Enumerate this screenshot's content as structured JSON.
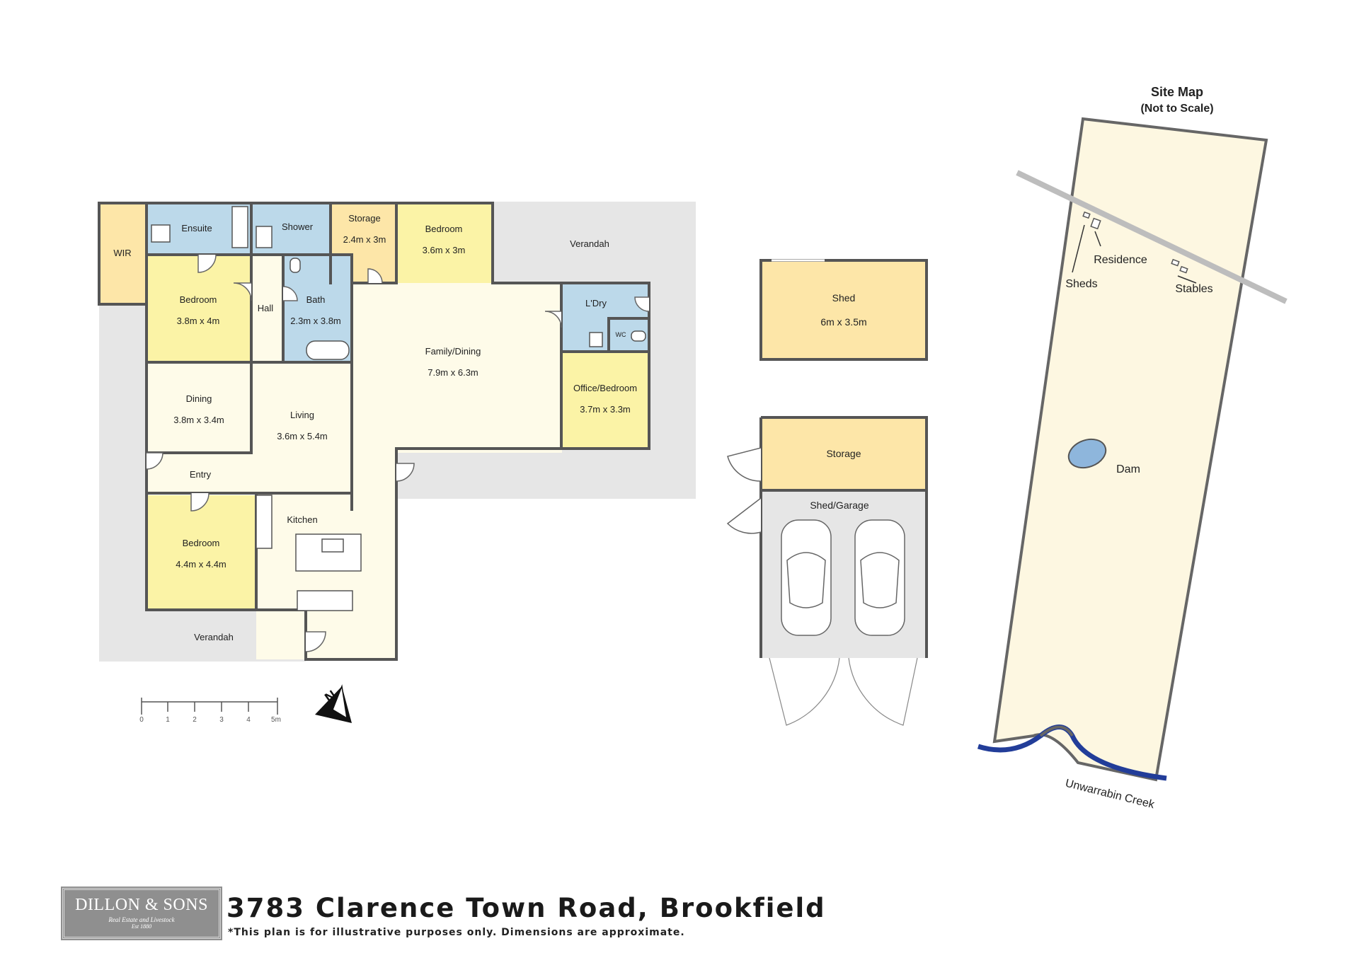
{
  "rooms": {
    "wir": {
      "name": "WIR"
    },
    "ensuite": {
      "name": "Ensuite"
    },
    "shower": {
      "name": "Shower"
    },
    "storage_house": {
      "name": "Storage",
      "dim": "2.4m x 3m"
    },
    "bedroom_top": {
      "name": "Bedroom",
      "dim": "3.6m x 3m"
    },
    "verandah_top": {
      "name": "Verandah"
    },
    "bedroom_main": {
      "name": "Bedroom",
      "dim": "3.8m x 4m"
    },
    "hall": {
      "name": "Hall"
    },
    "bath": {
      "name": "Bath",
      "dim": "2.3m x 3.8m"
    },
    "family_dining": {
      "name": "Family/Dining",
      "dim": "7.9m x 6.3m"
    },
    "ldry": {
      "name": "L'Dry"
    },
    "wc": {
      "name": "WC"
    },
    "office": {
      "name": "Office/Bedroom",
      "dim": "3.7m x 3.3m"
    },
    "dining": {
      "name": "Dining",
      "dim": "3.8m x 3.4m"
    },
    "living": {
      "name": "Living",
      "dim": "3.6m x 5.4m"
    },
    "entry": {
      "name": "Entry"
    },
    "kitchen": {
      "name": "Kitchen"
    },
    "bedroom_bottom": {
      "name": "Bedroom",
      "dim": "4.4m x 4.4m"
    },
    "verandah_bottom": {
      "name": "Verandah"
    }
  },
  "outbuildings": {
    "shed": {
      "name": "Shed",
      "dim": "6m x 3.5m"
    },
    "storage": {
      "name": "Storage"
    },
    "shed_garage": {
      "name": "Shed/Garage"
    }
  },
  "scale_bar": {
    "ticks": [
      "0",
      "1",
      "2",
      "3",
      "4",
      "5m"
    ]
  },
  "compass": {
    "label": "N"
  },
  "site_map": {
    "title": "Site Map",
    "subtitle": "(Not to Scale)",
    "labels": {
      "residence": "Residence",
      "sheds": "Sheds",
      "stables": "Stables",
      "dam": "Dam",
      "creek": "Unwarrabin Creek"
    }
  },
  "footer": {
    "address": "3783 Clarence Town Road, Brookfield",
    "note": "*This plan is for illustrative purposes only. Dimensions are approximate.",
    "logo": {
      "name": "DILLON & SONS",
      "tagline": "Real Estate and Livestock",
      "est": "Est 1880"
    }
  },
  "colors": {
    "bedroom": "#fbf3a6",
    "wet": "#bcd9ea",
    "storage": "#fde6a8",
    "living": "#fefbe9",
    "verandah": "#e6e6e6",
    "wall": "#555555",
    "site": "#fdf7e1",
    "road": "#bdbdbd",
    "creek": "#223d99",
    "dam": "#8eb6dc"
  }
}
